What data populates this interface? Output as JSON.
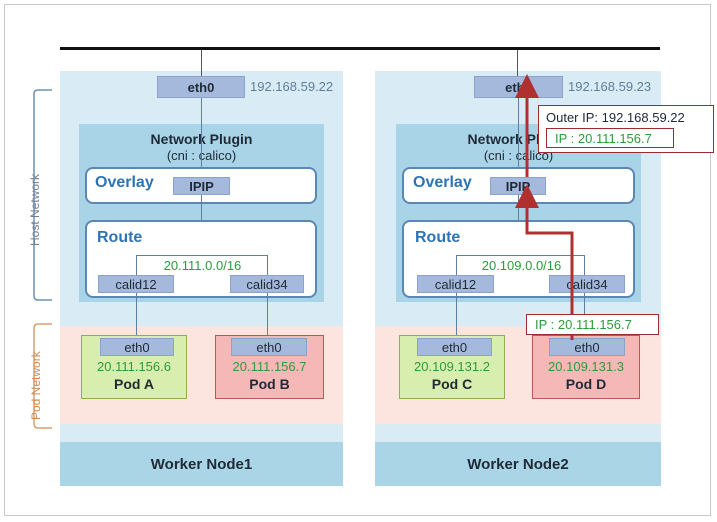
{
  "side_labels": {
    "host_network": "Host Network",
    "pod_network": "Pod Network"
  },
  "node1": {
    "footer": "Worker Node1",
    "eth0": "eth0",
    "eth0_ip": "192.168.59.22",
    "plugin_title": "Network Plugin",
    "plugin_sub": "(cni : calico)",
    "overlay": "Overlay",
    "ipip": "IPIP",
    "route": "Route",
    "subnet": "20.111.0.0/16",
    "calid_left": "calid12",
    "calid_right": "calid34",
    "pods": [
      {
        "eth": "eth0",
        "ip": "20.111.156.6",
        "name": "Pod A"
      },
      {
        "eth": "eth0",
        "ip": "20.111.156.7",
        "name": "Pod B"
      }
    ]
  },
  "node2": {
    "footer": "Worker Node2",
    "eth0": "eth0",
    "eth0_ip": "192.168.59.23",
    "plugin_title": "Network Plugin",
    "plugin_sub": "(cni : calico)",
    "overlay": "Overlay",
    "ipip": "IPIP",
    "route": "Route",
    "subnet": "20.109.0.0/16",
    "calid_left": "calid12",
    "calid_right": "calid34",
    "pods": [
      {
        "eth": "eth0",
        "ip": "20.109.131.2",
        "name": "Pod C"
      },
      {
        "eth": "eth0",
        "ip": "20.109.131.3",
        "name": "Pod D"
      }
    ]
  },
  "callouts": {
    "outer_ip": "Outer IP: 192.168.59.22",
    "inner_ip": "IP : 20.111.156.7",
    "pod_ip": "IP : 20.111.156.7"
  },
  "colors": {
    "arrow": "#b03030",
    "subnet": "#2e9b3a",
    "label": "#2e74b5"
  }
}
